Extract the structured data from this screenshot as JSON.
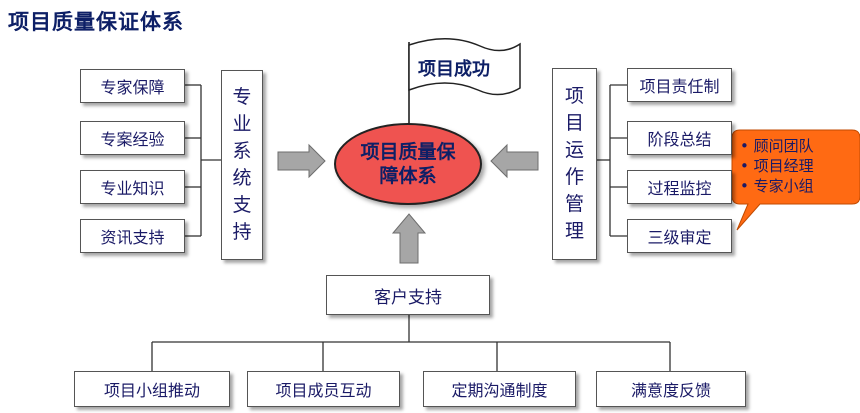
{
  "title": "项目质量保证体系",
  "center": {
    "label": "项目质量保障体系"
  },
  "flag": {
    "label": "项目成功"
  },
  "left_group": {
    "items": [
      "专家保障",
      "专案经验",
      "专业知识",
      "资讯支持"
    ],
    "vertical_label": "专业系统支持"
  },
  "right_group": {
    "items": [
      "项目责任制",
      "阶段总结",
      "过程监控",
      "三级审定"
    ],
    "vertical_label": "项目运作管理"
  },
  "callout": {
    "items": [
      "顾问团队",
      "项目经理",
      "专家小组"
    ],
    "color": "#ff6a13"
  },
  "bottom_group": {
    "root": "客户支持",
    "items": [
      "项目小组推动",
      "项目成员互动",
      "定期沟通制度",
      "满意度反馈"
    ]
  },
  "colors": {
    "ellipse_fill": "#ef5350",
    "arrow_fill": "#a6a6a6",
    "title_text": "#0d1f66"
  }
}
